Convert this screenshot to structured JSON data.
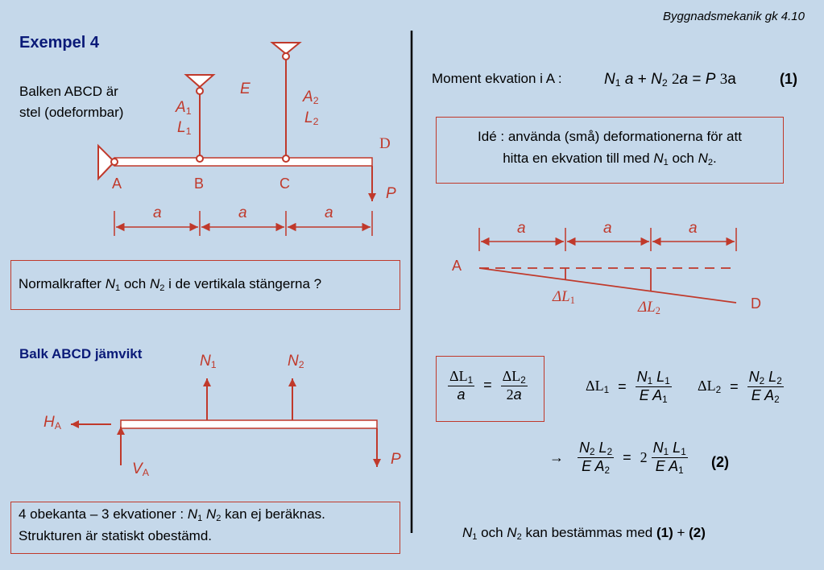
{
  "header": {
    "title": "Byggnadsmekanik gk  4.10"
  },
  "left": {
    "example_title": "Exempel 4",
    "beam_description_line1": "Balken ABCD är",
    "beam_description_line2": "stel (odeformbar)",
    "labels": {
      "E": "E",
      "A1": "A",
      "A1_sub": "1",
      "L1": "L",
      "L1_sub": "1",
      "A2": "A",
      "A2_sub": "2",
      "L2": "L",
      "L2_sub": "2",
      "D": "D",
      "P": "P",
      "pointA": "A",
      "pointB": "B",
      "pointC": "C",
      "dim_a": "a"
    },
    "question_box": {
      "pre": "Normalkrafter ",
      "N": "N",
      "sub1": "1",
      "mid": " och ",
      "sub2": "2",
      "post": " i de vertikala stängerna ?"
    },
    "equilibrium_title": "Balk ABCD jämvikt",
    "fbd": {
      "N": "N",
      "N1_sub": "1",
      "N2_sub": "2",
      "H": "H",
      "V": "V",
      "A_sub": "A",
      "P": "P"
    },
    "conclusion_box": {
      "line1_pre": "4 obekanta – 3 ekvationer : ",
      "N": "N",
      "sub1": "1",
      "sub2": "2",
      "line1_post": " kan ej beräknas.",
      "line2": "Strukturen är statiskt obestämd."
    }
  },
  "right": {
    "moment_label": "Moment ekvation i A :",
    "moment_eq": {
      "N": "N",
      "s1": "1",
      "a": "a",
      "plus": "+",
      "s2": "2",
      "two": "2",
      "eq": "=",
      "P": "P",
      "three": "3",
      "a_roman": "a",
      "tag": "(1)"
    },
    "idea_box": {
      "line1": "Idé : använda (små) deformationerna för att",
      "line2_pre": "hitta en ekvation till med ",
      "N": "N",
      "sub1": "1",
      "och": " och ",
      "sub2": "2",
      "dot": "."
    },
    "deform": {
      "A": "A",
      "D": "D",
      "dim_a": "a",
      "dL": "ΔL",
      "sub1": "1",
      "sub2": "2"
    },
    "compat": {
      "dL": "ΔL",
      "s1": "1",
      "s2": "2",
      "a": "a",
      "two_a": "2",
      "eq": "=",
      "N": "N",
      "L": "L",
      "E": "E",
      "Acap": "A"
    },
    "eq2": {
      "arrow": "→",
      "two": "2",
      "tag": "(2)"
    },
    "final": {
      "N": "N",
      "s1": "1",
      "och": " och ",
      "s2": "2",
      "mid": " kan bestämmas med ",
      "t1": "(1)",
      "plus": " + ",
      "t2": "(2)"
    }
  }
}
